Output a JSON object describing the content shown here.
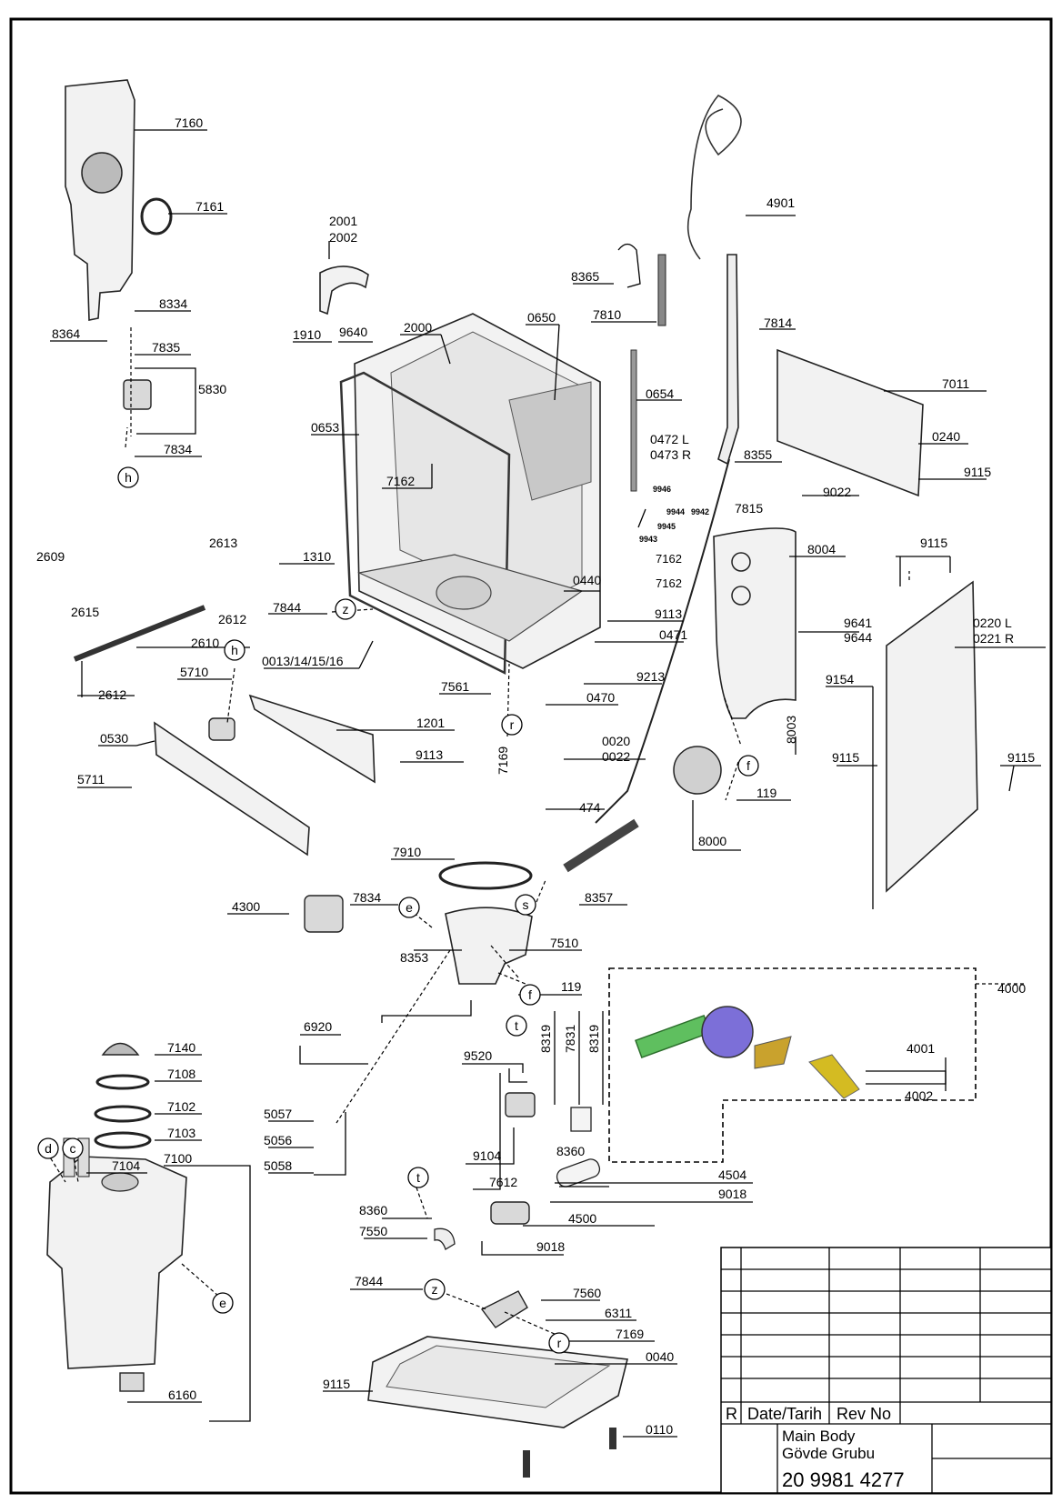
{
  "parts": {
    "p7160": "7160",
    "p7161": "7161",
    "p8334": "8334",
    "p8364": "8364",
    "p7835": "7835",
    "p5830": "5830",
    "p7834a": "7834",
    "p2001": "2001",
    "p2002": "2002",
    "p1910": "1910",
    "p9640": "9640",
    "p2000": "2000",
    "p0650": "0650",
    "p8365": "8365",
    "p7810": "7810",
    "p4901": "4901",
    "p7814": "7814",
    "p0654": "0654",
    "p0653": "0653",
    "p0472": "0472 L",
    "p0473": "0473 R",
    "p7162a": "7162",
    "p7011": "7011",
    "p0240": "0240",
    "p8355": "8355",
    "p9115a": "9115",
    "p9022": "9022",
    "p7815": "7815",
    "p9946": "9946",
    "p9944": "9944",
    "p9945": "9945",
    "p9942": "9942",
    "p9943": "9943",
    "p7162b": "7162",
    "p7162c": "7162",
    "p8004": "8004",
    "p9115b": "9115",
    "p2609": "2609",
    "p2613": "2613",
    "p1310": "1310",
    "p0440": "0440",
    "p2615": "2615",
    "p2612a": "2612",
    "p7844a": "7844",
    "p9113a": "9113",
    "p9641": "9641",
    "p9644": "9644",
    "p0220": "0220 L",
    "p0221": "0221 R",
    "p2610": "2610",
    "p0013": "0013/14/15/16",
    "p0471": "0471",
    "p2612b": "2612",
    "p5710": "5710",
    "p7561": "7561",
    "p9213": "9213",
    "p9154": "9154",
    "p0470": "0470",
    "p1201": "1201",
    "p8003": "8003",
    "p0530": "0530",
    "p0020": "0020",
    "p0022": "0022",
    "p9113b": "9113",
    "p9115c": "9115",
    "p9115d": "9115",
    "p7169a": "7169",
    "p5711": "5711",
    "p119a": "119",
    "p474": "474",
    "p8000": "8000",
    "p7910": "7910",
    "p7834b": "7834",
    "p8357": "8357",
    "p4300": "4300",
    "p8353": "8353",
    "p7510": "7510",
    "p119b": "119",
    "p4000": "4000",
    "p6920": "6920",
    "p8319a": "8319",
    "p7831": "7831",
    "p8319b": "8319",
    "p7140": "7140",
    "p9520": "9520",
    "p4001": "4001",
    "p7108": "7108",
    "p4002": "4002",
    "p7102": "7102",
    "p5057": "5057",
    "p7103": "7103",
    "p5056": "5056",
    "p9104": "9104",
    "p7100": "7100",
    "p8360a": "8360",
    "p7104": "7104",
    "p5058": "5058",
    "p7612": "7612",
    "p4504": "4504",
    "p8360b": "8360",
    "p9018a": "9018",
    "p7550": "7550",
    "p4500": "4500",
    "p9018b": "9018",
    "p7844b": "7844",
    "p7560": "7560",
    "p6311": "6311",
    "p7169b": "7169",
    "p0040": "0040",
    "p9115e": "9115",
    "p6160": "6160",
    "p0110": "0110"
  },
  "refs": {
    "h1": "h",
    "h2": "h",
    "z1": "z",
    "z2": "z",
    "r1": "r",
    "r2": "r",
    "f1": "f",
    "f2": "f",
    "e1": "e",
    "e2": "e",
    "s1": "s",
    "t1": "t",
    "t2": "t",
    "d1": "d",
    "c1": "c"
  },
  "title_block": {
    "r": "R",
    "date": "Date/Tarih",
    "rev": "Rev No",
    "title_en": "Main Body",
    "title_tr": "Gövde Grubu",
    "drawing_no": "20 9981 4277"
  }
}
